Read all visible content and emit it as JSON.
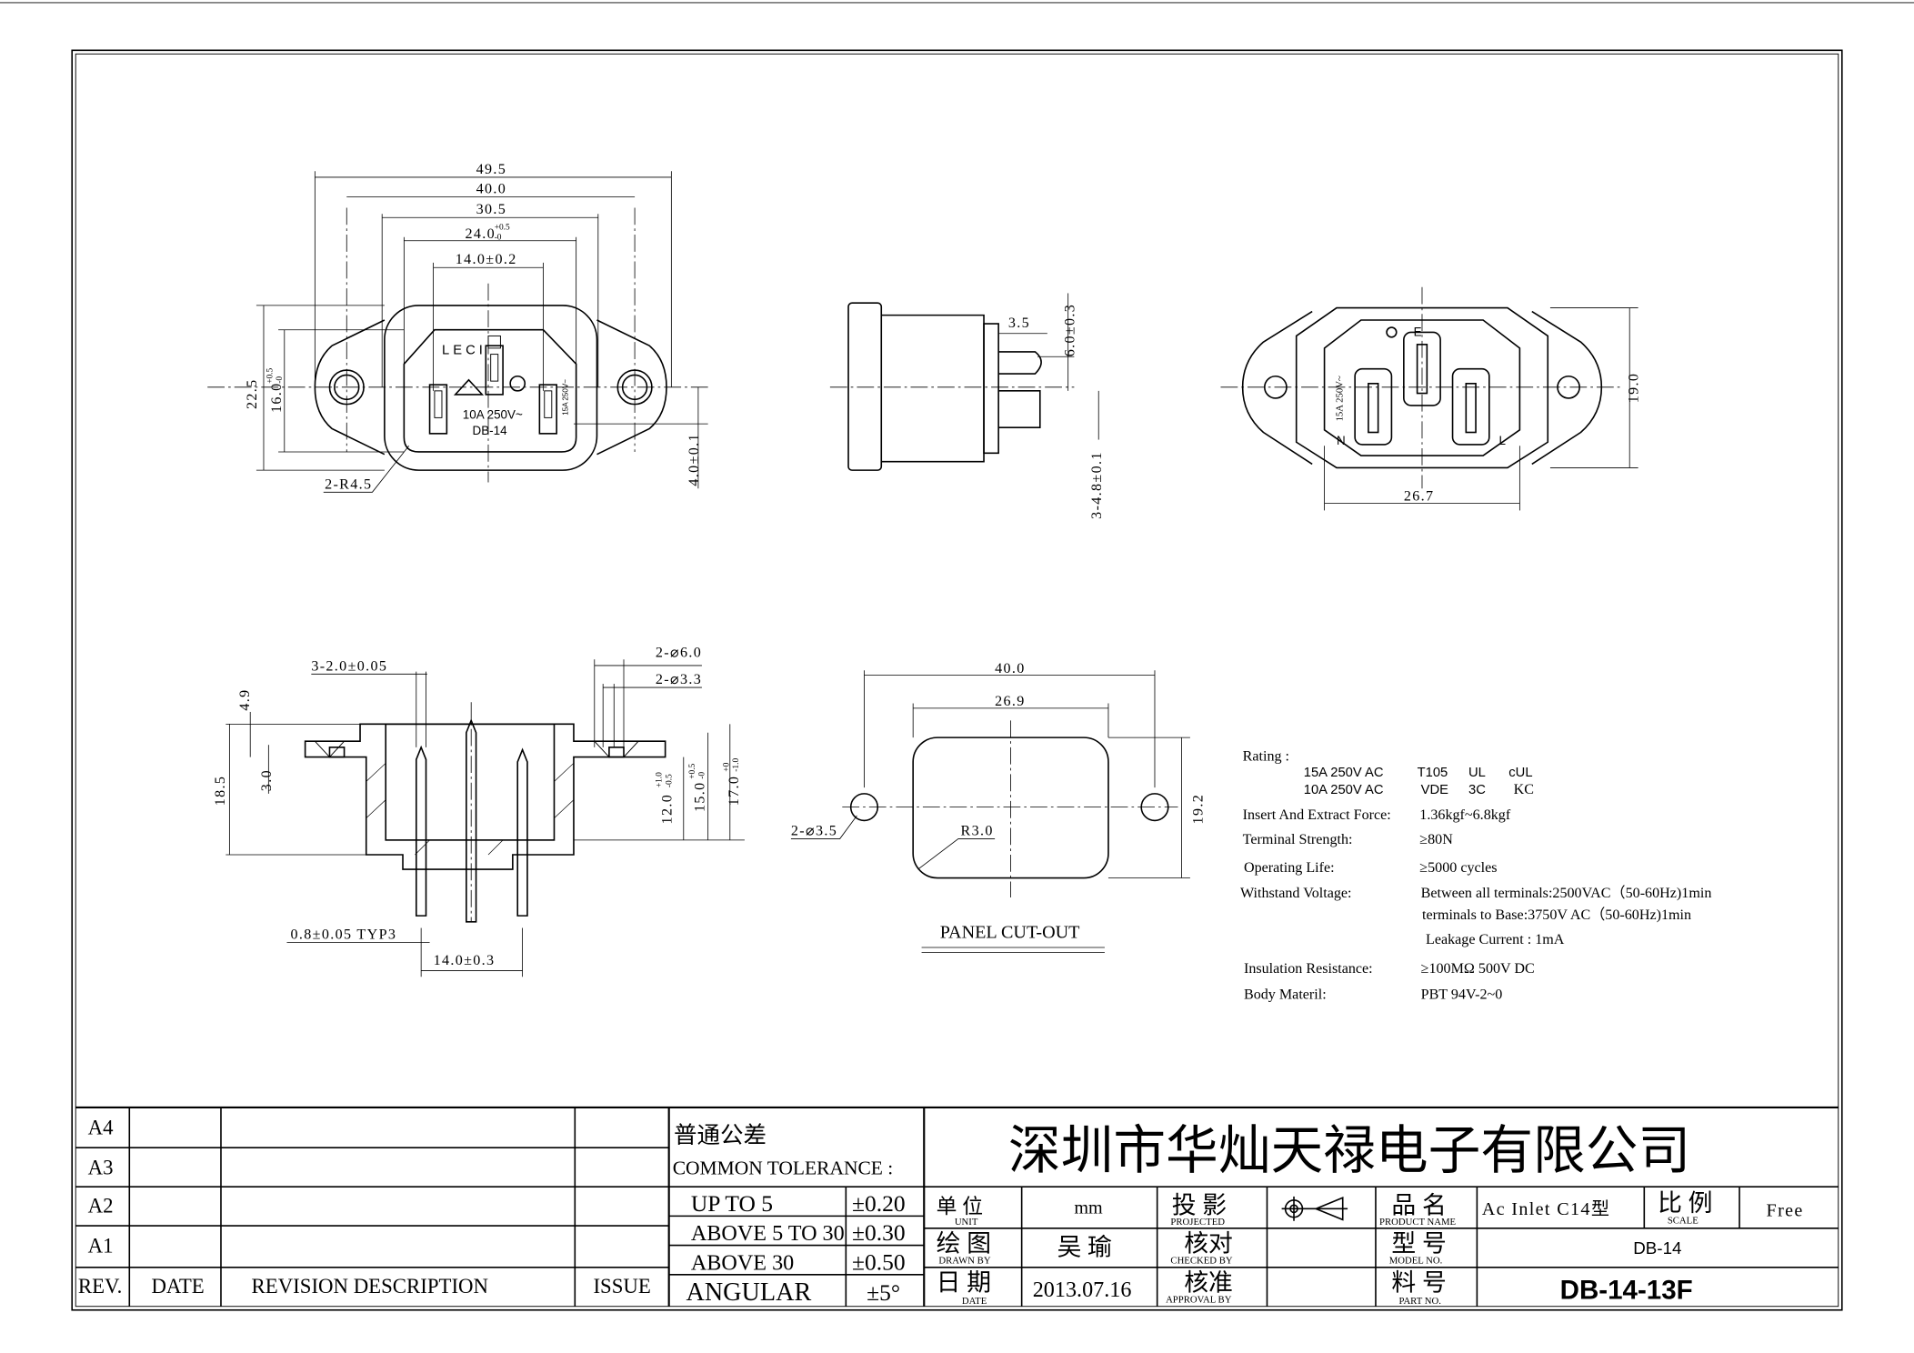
{
  "views": {
    "front": {
      "dims": [
        "49.5",
        "40.0",
        "30.5",
        "24.0",
        "+0.5",
        "-0",
        "14.0±0.2",
        "22.5",
        "16.0",
        "+0.5",
        "-0",
        "4.0±0.1",
        "2-R4.5"
      ],
      "markings": {
        "brand": "LECI",
        "rating": "10A 250V~",
        "model": "DB-14",
        "side_rating": "15A 250V~"
      }
    },
    "side": {
      "dims": [
        "3.5",
        "6.0±0.3",
        "3-4.8±0.1"
      ]
    },
    "rear": {
      "dims": [
        "19.0",
        "26.7"
      ],
      "pin_labels": [
        "E",
        "N",
        "L"
      ],
      "side_rating": "15A 250V~"
    },
    "section": {
      "dims": [
        "3-2.0±0.05",
        "4.9",
        "3.0",
        "18.5",
        "2-⌀6.0",
        "2-⌀3.3",
        "12.0",
        "+1.0",
        "-0.5",
        "15.0",
        "+0.5",
        "-0",
        "17.0",
        "+0",
        "-1.0",
        "0.8±0.05 TYP3",
        "14.0±0.3"
      ]
    },
    "cutout": {
      "dims": [
        "40.0",
        "26.9",
        "19.2",
        "R3.0",
        "2-⌀3.5"
      ],
      "title": "PANEL CUT-OUT"
    }
  },
  "specs": {
    "rating_label": "Rating :",
    "rating_rows": [
      [
        "15A 250V AC",
        "T105",
        "UL",
        "cUL"
      ],
      [
        "10A 250V AC",
        "VDE",
        "3C",
        "KC"
      ]
    ],
    "rows": [
      {
        "label": "Insert And Extract Force:",
        "value": "1.36kgf~6.8kgf"
      },
      {
        "label": "Terminal  Strength:",
        "value": "≥80N"
      },
      {
        "label": "Operating Life:",
        "value": "≥5000  cycles"
      },
      {
        "label": "Withstand Voltage:",
        "value": "Between all terminals:2500VAC（50-60Hz)1min"
      },
      {
        "label": "",
        "value": "terminals to Base:3750V AC（50-60Hz)1min"
      },
      {
        "label": "",
        "value": "Leakage Current :  1mA"
      },
      {
        "label": "Insulation Resistance:",
        "value": "≥100MΩ   500V DC"
      },
      {
        "label": "Body Materil:",
        "value": "PBT    94V-2~0"
      }
    ]
  },
  "title_block": {
    "revisions": {
      "rows": [
        "A4",
        "A3",
        "A2",
        "A1"
      ],
      "headers": [
        "REV.",
        "DATE",
        "REVISION  DESCRIPTION",
        "ISSUE"
      ]
    },
    "tolerance": {
      "title_cn": "普通公差",
      "title_en": "COMMON TOLERANCE :",
      "rows": [
        [
          "UP TO 5",
          "±0.20"
        ],
        [
          "ABOVE 5 TO 30",
          "±0.30"
        ],
        [
          "ABOVE 30",
          "±0.50"
        ],
        [
          "ANGULAR",
          "±5°"
        ]
      ]
    },
    "company": "深圳市华灿天禄电子有限公司",
    "unit": {
      "cn": "单 位",
      "en": "UNIT",
      "value": "mm"
    },
    "projected": {
      "cn": "投 影",
      "en": "PROJECTED",
      "symbol": "first-angle-projection-icon"
    },
    "product_name": {
      "cn": "品 名",
      "en": "PRODUCT  NAME",
      "value": "Ac Inlet C14型"
    },
    "scale": {
      "cn": "比 例",
      "en": "SCALE",
      "value": "Free"
    },
    "drawn_by": {
      "cn": "绘 图",
      "en": "DRAWN  BY",
      "value": "吴 瑜"
    },
    "checked_by": {
      "cn": "核对",
      "en": "CHECKED  BY",
      "value": ""
    },
    "model_no": {
      "cn": "型 号",
      "en": "MODEL  NO.",
      "value": "DB-14"
    },
    "date": {
      "cn": "日 期",
      "en": "DATE",
      "value": "2013.07.16"
    },
    "approval_by": {
      "cn": "核准",
      "en": "APPROVAL  BY",
      "value": ""
    },
    "part_no": {
      "cn": "料 号",
      "en": "PART  NO.",
      "value": "DB-14-13F"
    }
  }
}
